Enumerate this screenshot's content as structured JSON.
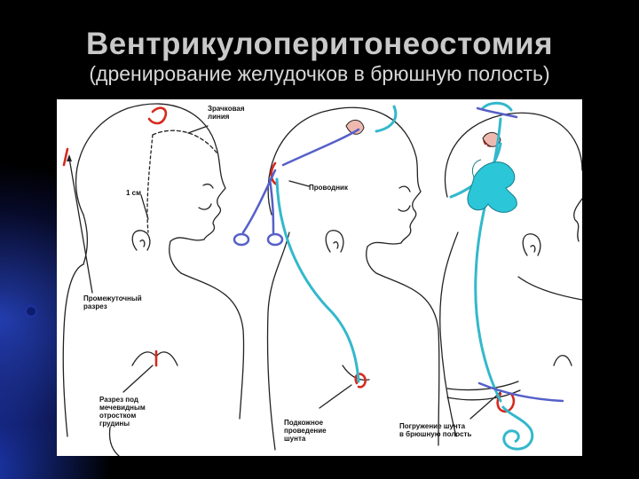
{
  "slide": {
    "title": "Вентрикулоперитонеостомия",
    "subtitle": "(дренирование желудочков в брюшную полость)"
  },
  "labels": {
    "pupil_line_1": "Зрачковая",
    "pupil_line_2": "линия",
    "one_cm": "1 см",
    "intermediate_1": "Промежуточный",
    "intermediate_2": "разрез",
    "xiphoid_1": "Разрез под",
    "xiphoid_2": "мечевидным",
    "xiphoid_3": "отростком",
    "xiphoid_4": "грудины",
    "guide": "Проводник",
    "subcut_1": "Подкожное",
    "subcut_2": "проведение",
    "subcut_3": "шунта",
    "immersion_1": "Погружение шунта",
    "immersion_2": "в брюшную полость"
  },
  "colors": {
    "incision": "#d62a1e",
    "shunt": "#33b8cc",
    "instrument": "#5560c8",
    "ventricle": "#2bc6d8",
    "outline": "#222222"
  }
}
